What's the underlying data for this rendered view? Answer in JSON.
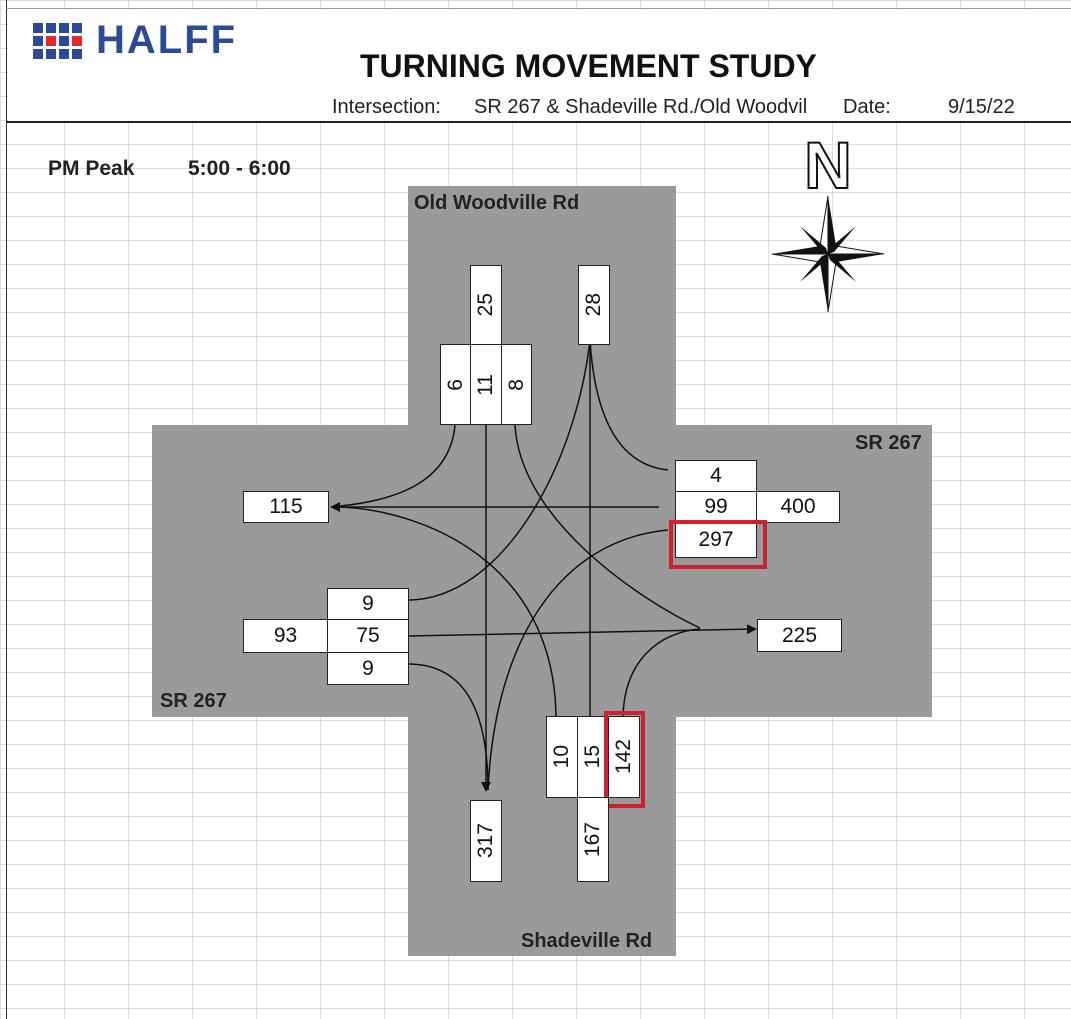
{
  "header": {
    "logo_text": "HALFF",
    "title": "TURNING MOVEMENT STUDY",
    "intersection_label": "Intersection:",
    "intersection_value": "SR 267 & Shadeville Rd./Old Woodvil",
    "date_label": "Date:",
    "date_value": "9/15/22"
  },
  "period": {
    "label": "PM Peak",
    "time": "5:00 - 6:00"
  },
  "compass_letter": "N",
  "streets": {
    "north": "Old Woodville Rd",
    "east": "SR 267",
    "west": "SR 267",
    "south": "Shadeville Rd"
  },
  "north_approach": {
    "total_in": "25",
    "total_out": "28",
    "right": "6",
    "through": "11",
    "left": "8"
  },
  "east_approach": {
    "right": "4",
    "through": "99",
    "left": "297",
    "total_in": "400"
  },
  "west_approach": {
    "left": "9",
    "through": "75",
    "right": "9",
    "total_in": "93",
    "total_out": "115"
  },
  "east_exit": {
    "total_out": "225"
  },
  "south_approach": {
    "left": "10",
    "through": "15",
    "right": "142",
    "total_in": "167",
    "total_out": "317"
  },
  "colors": {
    "road": "#9a9a9a",
    "highlight": "#d0202f",
    "logo_blue": "#2b4a9a",
    "logo_red": "#e3262f"
  }
}
